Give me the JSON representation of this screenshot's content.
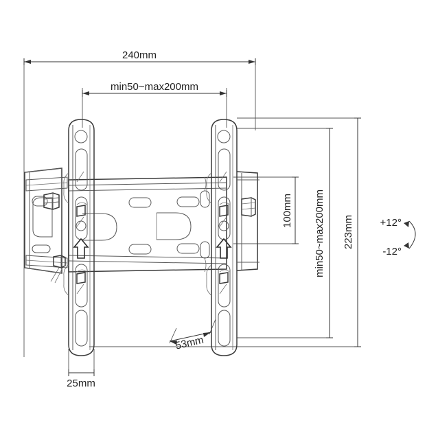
{
  "drawing": {
    "title": "TV wall mount bracket technical drawing",
    "line_color": "#3a3a3a",
    "dim_color": "#333333",
    "background": "#ffffff"
  },
  "dimensions": {
    "width_overall": "240mm",
    "width_vesa": "min50~max200mm",
    "height_vesa_inner": "100mm",
    "height_vesa": "min50~max200mm",
    "height_overall": "223mm",
    "depth": "53mm",
    "rail_width": "25mm"
  },
  "tilt": {
    "up": "+12°",
    "down": "-12°"
  },
  "icons": {
    "up_arrow": "up-arrow-icon",
    "tilt_arc": "tilt-arc-icon"
  }
}
